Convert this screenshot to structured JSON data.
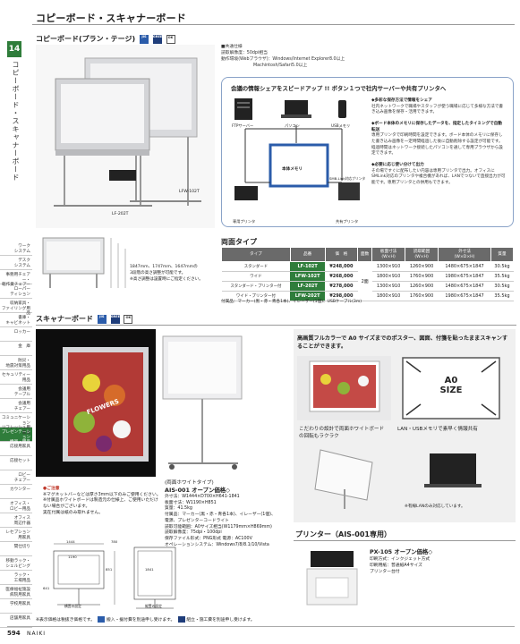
{
  "page": {
    "title": "コピーボード・スキャナーボード",
    "vertical_title": "コピーボード・スキャナーボード",
    "page_tab": "14",
    "page_number": "594",
    "brand": "NAIKI"
  },
  "sidebar": {
    "items": [
      {
        "label": "ワーク\nシステム",
        "active": false
      },
      {
        "label": "デスク\nシステム",
        "active": false
      },
      {
        "label": "事務用チェアー・\n軽作業チェアー",
        "active": false
      },
      {
        "label": "ローパー\nティション",
        "active": false
      },
      {
        "label": "収納家具・\nファイリング用品",
        "active": false
      },
      {
        "label": "書庫・\nキャビネット",
        "active": false
      },
      {
        "label": "ロッカー",
        "active": false
      },
      {
        "label": "金　庫",
        "active": false
      },
      {
        "label": "防災・\n地震対策用品",
        "active": false
      },
      {
        "label": "セキュリティー\n用品",
        "active": false
      },
      {
        "label": "会議用\nテーブル",
        "active": false
      },
      {
        "label": "会議用\nチェアー",
        "active": false
      },
      {
        "label": "コミュニケーション\nリフレッシュ用家具",
        "active": false
      },
      {
        "label": "プレゼンテーション\n機器・用品",
        "active": true
      },
      {
        "label": "応接用家具",
        "active": false
      },
      {
        "label": "応接セット",
        "active": false
      },
      {
        "label": "ロビー\nチェアー",
        "active": false
      },
      {
        "label": "カウンター",
        "active": false
      },
      {
        "label": "オフィス・\nロビー用品",
        "active": false
      },
      {
        "label": "オフィス\n周辺什器",
        "active": false
      },
      {
        "label": "レセプション\n用家具",
        "active": false
      },
      {
        "label": "間仕切り",
        "active": false
      },
      {
        "label": "移動ラック・\nシェルビング",
        "active": false
      },
      {
        "label": "ラック・\n工場用品",
        "active": false
      },
      {
        "label": "医療福祉施設\n病院用家具",
        "active": false
      },
      {
        "label": "学校用家具",
        "active": false
      },
      {
        "label": "店舗用家具",
        "active": false
      }
    ]
  },
  "copyboard": {
    "heading": "コピーボード(プラン・テージ)",
    "badges": [
      "JIS",
      "GREEN",
      "OK"
    ],
    "photo_labels": {
      "large": "LFW-102T",
      "small": "LF-202T"
    },
    "spec_heading": "■共通仕様",
    "spec_lines": [
      "読取解像度：50dpi相当",
      "動作環境(Webブラウザ)：Windows/Internet Explorer8.0以上",
      "Machintosh/Safari5.0以上"
    ],
    "height_note": "1847mm、1747mm、1647mmの\n3段階の高さ調整が可能です。\n※高さ調整は設置時にご指定ください。",
    "dimension_labels": [
      "1847",
      "1747",
      "1647"
    ]
  },
  "feature": {
    "title": "会議の情報シェアをスピードアップ !! ボタン１つで社内サーバーや共有プリンタへ",
    "diagram_labels": {
      "ftp": "FTPサーバー",
      "pc": "パソコン",
      "usb": "USBメモリ",
      "memory": "本体メモリ",
      "printer": "専用プリンタ",
      "smbprinter": "共有プリンタ",
      "smb": "SMB-Link対応プリンタ"
    },
    "notes": [
      {
        "head": "◆多彩な保存方法で情報をシェア",
        "body": "社内ネットワークで職場やスタッフが使う職場に応じて多様な方法で書き込み画像を保存・活用できます。"
      },
      {
        "head": "◆ボード本体のメモリに保存したデータを、指定したタイミングで自動転送",
        "body": "専用プリンタで印刷時間を設定できます。ボード本体のメモリに保存した書き込み画像を一定時間経過した後に自動削除する設定が可能です。経過時間はネットワーク接続したパソコンを通して専用ブラウザから設定できます。"
      },
      {
        "head": "◆必要に応じ使い分けて出力",
        "body": "その場ですぐに配布したい内容は専用プリンタで出力。オフィスにSMLink対応のプリンタや複合機があれば、LANでつないで直接出力が可能です。専用プリンタとの併用もできます。"
      }
    ]
  },
  "spec_table": {
    "title": "両面タイプ",
    "headers": [
      "タイプ",
      "品番",
      "価　格",
      "面数",
      "板面寸法\n(W×H)",
      "読取範囲\n(W×H)",
      "外寸法\n(W×D×H)",
      "質量"
    ],
    "rows": [
      [
        "スタンダード",
        "LF-102T",
        "¥248,000",
        "2面",
        "1300×910",
        "1260×900",
        "1480×675×1847",
        "30.5kg"
      ],
      [
        "ワイド",
        "LFW-102T",
        "¥268,000",
        "",
        "1800×910",
        "1760×900",
        "1980×675×1847",
        "35.5kg"
      ],
      [
        "スタンダード・プリンター付",
        "LF-202T",
        "¥278,000",
        "",
        "1300×910",
        "1260×900",
        "1480×675×1847",
        "30.5kg"
      ],
      [
        "ワイド・プリンター付",
        "LFW-202T",
        "¥298,000",
        "",
        "1800×910",
        "1760×900",
        "1980×675×1847",
        "35.5kg"
      ]
    ],
    "footnote": "付属品：マーカー(黒・赤・青各1本)、イレーザー(1個)、USBケーブル(3m)"
  },
  "scanner": {
    "heading": "スキャナーボード",
    "badges": [
      "JIS",
      "GREEN",
      "OK"
    ],
    "poster_text": "FLOWERS",
    "features_title": "高画質フルカラーで A0 サイズまでのポスター、図面、付箋を貼ったままスキャンすることができます。",
    "a0_text": "A0\nSIZE",
    "rotate_caption": "こだわりの設計で両面ホワイトボードの回転もラクラク",
    "lan_caption": "LAN・USBメモリで素早く情報共有",
    "lan_note": "※有線LANのみ対応しています。",
    "caution_head": "●ご注意",
    "caution_lines": [
      "※マグネットバーなどは厚さ3mm以下のみご使用ください。",
      "※付属品ホワイトボードは製造元の仕様上、ご使用いただけない場合がございます。",
      "実在付属は紙のみ取れません。"
    ],
    "product_type": "(両面ホワイトタイプ)",
    "product_code": "AIS-001",
    "price_label": "オープン価格◇",
    "product_specs": [
      "外寸法：W1444×D700×H641-1841",
      "板面寸法：W1190×H851",
      "質量：41.5kg",
      "付属品：マーカー(黒・赤・青各1本)、イレーザー(1個)、",
      "電源、プレゼンターコードライト",
      "読取可能範囲：A0サイズ相当(W1179mm×H869mm)",
      "読取解像度：75dpi・100dpi",
      "保存ファイル形式：PNG形式 電源：AC100V",
      "オペレーションシステム：Windows7/8/8.1/10/Vista"
    ],
    "drawing_labels": [
      "1444",
      "780",
      "1190",
      "851",
      "1841",
      "641"
    ],
    "drawing_captions": [
      "横置の設定",
      "縦置の設定"
    ]
  },
  "printer": {
    "heading": "プリンター（AIS-001専用）",
    "code": "PX-105",
    "price": "オープン価格◇",
    "specs": [
      "印刷方式：インクジェット方式",
      "印刷用紙：普通紙A4サイズ",
      "プリンター台付"
    ]
  },
  "footer": {
    "note": "※表示価格は税抜き価格です。",
    "badge_note_1": "搬入・据付費を別途申し受けます。",
    "badge_note_2": "組立・施工費を別途申し受けます。"
  },
  "colors": {
    "accent": "#2f7d3b",
    "table_head": "#6a6a6a",
    "blue_badge": "#2b5caa"
  }
}
